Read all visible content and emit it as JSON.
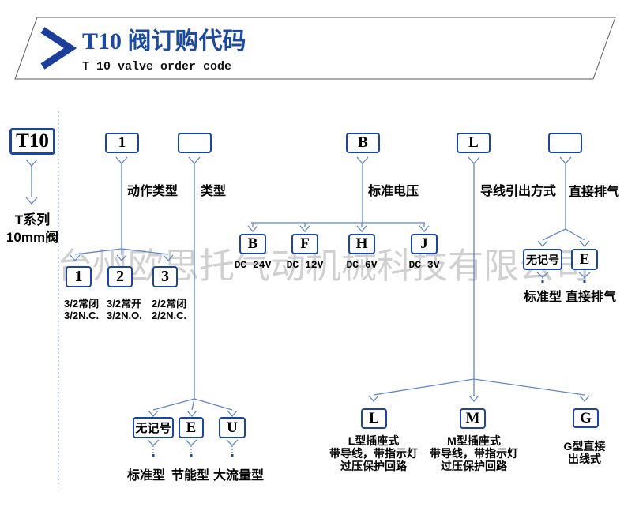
{
  "header": {
    "title": "T10 阀订购代码",
    "subtitle": "T 10 valve order code",
    "chevron_icon": "angle-right"
  },
  "watermark": "台州欧思托气动机械科技有限公司",
  "colors": {
    "title_blue": "#1c4a9e",
    "chevron_blue": "#1a3e9a",
    "box_border_blue": "#1d459e",
    "connector_blue": "#5f86c9",
    "watermark_gray": "#c8c8c8"
  },
  "root": {
    "code": "T10",
    "desc_line1": "T系列",
    "desc_line2": "10mm阀"
  },
  "fields": [
    {
      "code": "1",
      "label": "动作类型",
      "options": [
        {
          "code": "1",
          "line1": "3/2常闭",
          "line2": "3/2N.C."
        },
        {
          "code": "2",
          "line1": "3/2常开",
          "line2": "3/2N.O."
        },
        {
          "code": "3",
          "line1": "2/2常闭",
          "line2": "2/2N.C."
        }
      ]
    },
    {
      "code": "",
      "label": "类型",
      "options": [
        {
          "code": "无记号",
          "line1": "标准型"
        },
        {
          "code": "E",
          "line1": "节能型"
        },
        {
          "code": "U",
          "line1": "大流量型"
        }
      ]
    },
    {
      "code": "B",
      "label": "标准电压",
      "options": [
        {
          "code": "B",
          "line1": "DC 24V"
        },
        {
          "code": "F",
          "line1": "DC 12V"
        },
        {
          "code": "H",
          "line1": "DC 6V"
        },
        {
          "code": "J",
          "line1": "DC 3V"
        }
      ]
    },
    {
      "code": "L",
      "label": "导线引出方式",
      "options": [
        {
          "code": "L",
          "line1": "L型插座式",
          "line2": "带导线，带指示灯",
          "line3": "过压保护回路"
        },
        {
          "code": "M",
          "line1": "M型插座式",
          "line2": "带导线，带指示灯",
          "line3": "过压保护回路"
        },
        {
          "code": "G",
          "line1": "G型直接",
          "line2": "出线式"
        }
      ]
    },
    {
      "code": "",
      "label": "直接排气",
      "options": [
        {
          "code": "无记号",
          "line1": "标准型"
        },
        {
          "code": "E",
          "line1": "直接排气"
        }
      ]
    }
  ]
}
